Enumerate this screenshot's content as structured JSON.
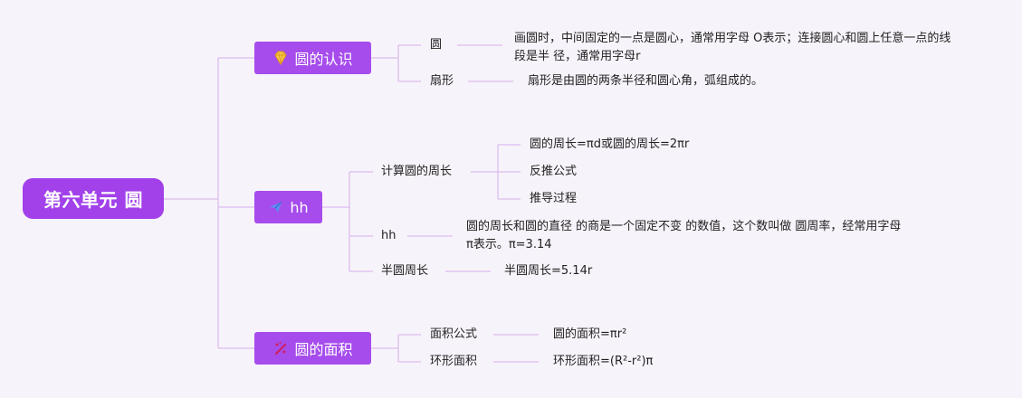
{
  "root": {
    "label": "第六单元 圆"
  },
  "branches": [
    {
      "label": "圆的认识",
      "icon": "diamond-icon",
      "children": [
        {
          "label": "圆",
          "detail": "画圆时，中间固定的一点是圆心，通常用字母 O表示；连接圆心和圆上任意一点的线段是半 径，通常用字母r"
        },
        {
          "label": "扇形",
          "detail": "扇形是由圆的两条半径和圆心角，弧组成的。"
        }
      ]
    },
    {
      "label": "hh",
      "icon": "bird-icon",
      "children": [
        {
          "label": "计算圆的周长",
          "subs": [
            "圆的周长=πd或圆的周长=2πr",
            "反推公式",
            "推导过程"
          ]
        },
        {
          "label": "hh",
          "detail": "圆的周长和圆的直径 的商是一个固定不变 的数值，这个数叫做 圆周率，经常用字母 π表示。π=3.14"
        },
        {
          "label": "半圆周长",
          "detail": "半圆周长=5.14r"
        }
      ]
    },
    {
      "label": "圆的面积",
      "icon": "sparkle-icon",
      "children": [
        {
          "label": "面积公式",
          "detail": "圆的面积=πr²"
        },
        {
          "label": "环形面积",
          "detail": "环形面积=(R²-r²)π"
        }
      ]
    }
  ],
  "colors": {
    "root": "#a241ea",
    "branch": "#a64cec",
    "line": "#d9b8ec",
    "background": "#f7f3fa"
  }
}
